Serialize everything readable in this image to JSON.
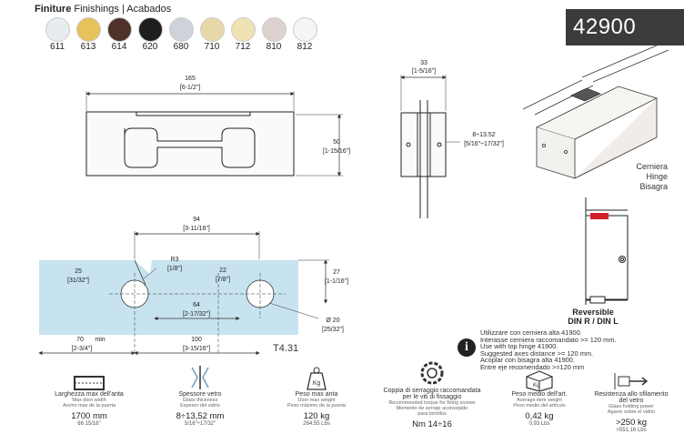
{
  "finishes": {
    "title_bold": "Finiture",
    "title_rest": " Finishings | Acabados",
    "swatches": [
      {
        "code": "611",
        "color": "#e9ecef"
      },
      {
        "code": "613",
        "color": "#e6c25a"
      },
      {
        "code": "614",
        "color": "#4e3229"
      },
      {
        "code": "620",
        "color": "#1e1e1e"
      },
      {
        "code": "680",
        "color": "#cdd3d8"
      },
      {
        "code": "710",
        "color": "#e8d7a8"
      },
      {
        "code": "712",
        "color": "#f0e1b3"
      },
      {
        "code": "810",
        "color": "#ddd2cf"
      },
      {
        "code": "812",
        "color": "#f5f5f5"
      }
    ]
  },
  "product_code": "42900",
  "drawing": {
    "top_width": "165",
    "top_width_in": "[6-1/2\"]",
    "height": "50",
    "height_in": "[1-15/16\"]",
    "side_width": "33",
    "side_width_in": "[1-5/16\"]",
    "glass_range": "8÷13.52",
    "glass_range_in": "[5/16\"÷17/32\"]",
    "hole_distance": "94",
    "hole_distance_in": "[3-11/16\"]",
    "radius": "R3",
    "radius_in": "[1/8\"]",
    "left_offset": "25",
    "left_offset_in": "[31/32\"]",
    "cut_width": "22",
    "cut_width_in": "[7/8\"]",
    "right_height": "27",
    "right_height_in": "[1-1/16\"]",
    "center_dist": "64",
    "center_dist_in": "[2-17/32\"]",
    "diameter": "Ø 20",
    "diameter_in": "[25/32\"]",
    "min_dist": "70",
    "min_label": "min",
    "min_dist_in": "[2-3/4\"]",
    "dist_100": "100",
    "dist_100_in": "[3-15/16\"]",
    "glass_code": "T4.31"
  },
  "hinge_label": [
    "Cerniera",
    "Hinge",
    "Bisagra"
  ],
  "reversible": [
    "Reversible",
    "DIN R / DIN L"
  ],
  "info_icon": "i",
  "info_lines": [
    "Utilizzare con cerniera alta 41900.",
    "Interasse cerniera raccomandato >= 120 mm.",
    "Use with top hinge 41900.",
    "Suggested axes distance >= 120 mm.",
    "Acoplar con bisagra alta 41900.",
    "Entre eje recomendado >=120 mm"
  ],
  "specs": [
    {
      "icon": "width-icon",
      "l1": "Larghezza max dell'anta",
      "l2a": "Max door width",
      "l2b": "Ancho max de la puerta",
      "v1": "1700 mm",
      "v2": "66 15/16\""
    },
    {
      "icon": "glass-thickness-icon",
      "l1": "Spessore vetro",
      "l2a": "Glass thickness",
      "l2b": "Espesor del vidrio",
      "v1": "8÷13,52 mm",
      "v2": "5/16\"÷17/32\""
    },
    {
      "icon": "weight-icon",
      "l1": "Peso max anta",
      "l2a": "Door max weight",
      "l2b": "Peso máximo de la puerta",
      "v1": "120 kg",
      "v2": "264.55 Lbs",
      "badge": "Kg"
    },
    {
      "icon": "torque-icon",
      "l1": "Coppia di serraggio raccomandata",
      "l1b": "per le viti di fissaggio",
      "l2a": "Recommended torque for fixing screws",
      "l2b": "Momento de serraje aconsejado",
      "l2c": "para tornillos",
      "v1": "Nm 14÷16"
    },
    {
      "icon": "box-weight-icon",
      "l1": "Peso medio dell'art.",
      "l2a": "Average item weight",
      "l2b": "Peso medio del artículo",
      "v1": "0,42 kg",
      "v2": "0,93 Lbs",
      "badge": "Kg"
    },
    {
      "icon": "pull-out-icon",
      "l1": "Resistenza allo sfilamento",
      "l1b": "del vetro",
      "l2a": "Glass holding power",
      "l2b": "Agarre sobre el vidrio",
      "v1": ">250 kg",
      "v2": ">551.16 Lbs"
    }
  ]
}
